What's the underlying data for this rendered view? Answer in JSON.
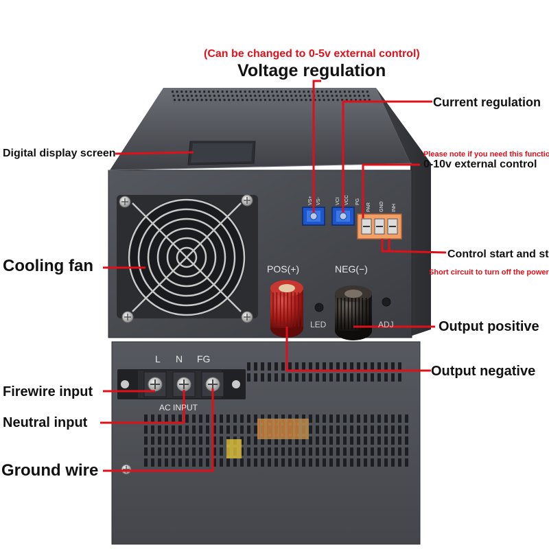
{
  "colors": {
    "background": "#ffffff",
    "housing": "#4a4c52",
    "leader_line": "#e0101a",
    "heading_red": "#e0101a",
    "label_dark": "#111111",
    "pot_blue": "#1f56c9",
    "terminal_orange": "#f2a066",
    "pos_cap": "#b3201c",
    "neg_cap": "#2a2623"
  },
  "header": {
    "note": "(Can be changed to 0-5v external control)",
    "title": "Voltage regulation"
  },
  "callouts": {
    "current_regulation": "Current regulation",
    "digital_display": "Digital display screen",
    "function_note": "Please note if you need this function",
    "external_control": "0-10v external control",
    "cooling_fan": "Cooling fan",
    "control_start_stop": "Control start and stop",
    "short_circuit_note": "Short circuit to turn off the power",
    "output_positive": "Output positive",
    "output_negative": "Output negative",
    "firewire_input": "Firewire input",
    "neutral_input": "Neutral input",
    "ground_wire": "Ground wire"
  },
  "panel_labels": {
    "pos": "POS(+)",
    "neg": "NEG(−)",
    "led": "LED",
    "adj": "ADJ",
    "ac_l": "L",
    "ac_n": "N",
    "ac_fg": "FG",
    "ac_input": "AC INPUT",
    "pins": [
      "VS+",
      "VS-",
      "VCI",
      "VCC",
      "PG",
      "PAR",
      "GND",
      "INH"
    ]
  }
}
